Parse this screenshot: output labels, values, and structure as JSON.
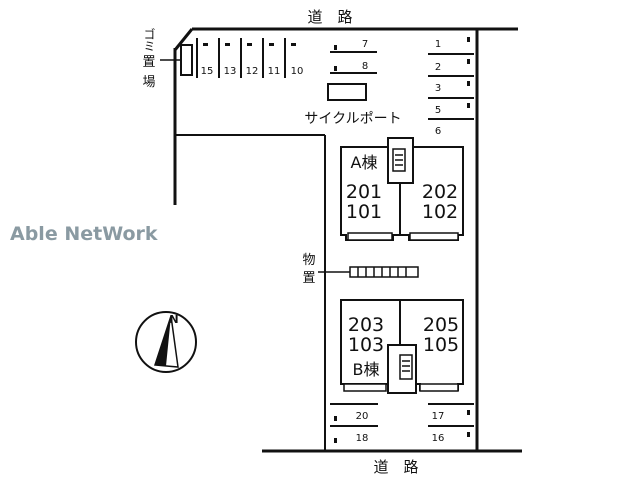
{
  "roads": {
    "top": "道　路",
    "bottom": "道　路"
  },
  "garbage": {
    "v1": "ゴミ",
    "v2": "置",
    "v3": "場"
  },
  "bicycle_port": "サイクルポート",
  "storage": {
    "v1": "物",
    "v2": "置"
  },
  "building_a": {
    "name": "A棟",
    "units_left": [
      "201",
      "101"
    ],
    "units_right": [
      "202",
      "102"
    ]
  },
  "building_b": {
    "name": "B棟",
    "units_left": [
      "203",
      "103"
    ],
    "units_right": [
      "205",
      "105"
    ]
  },
  "parking": {
    "top_left": [
      "15",
      "13",
      "12",
      "11",
      "10"
    ],
    "top_mid": [
      "7",
      "8"
    ],
    "right": [
      "1",
      "2",
      "3",
      "5",
      "6"
    ],
    "bottom_left": [
      "20",
      "18"
    ],
    "bottom_right": [
      "17",
      "16"
    ]
  },
  "compass": "N",
  "watermark": "Able NetWork"
}
